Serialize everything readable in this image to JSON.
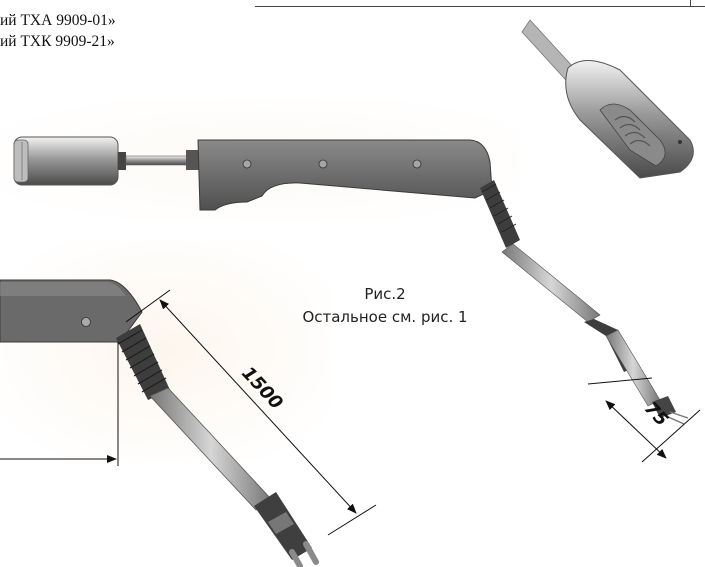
{
  "captions": {
    "line1": "ий ТХА 9909-01»",
    "line2": "ий ТХК 9909-21»"
  },
  "figure": {
    "label": "Рис.2",
    "note": "Остальное см. рис. 1"
  },
  "dimensions": {
    "cable_length": "1500",
    "tip_length": "75"
  }
}
